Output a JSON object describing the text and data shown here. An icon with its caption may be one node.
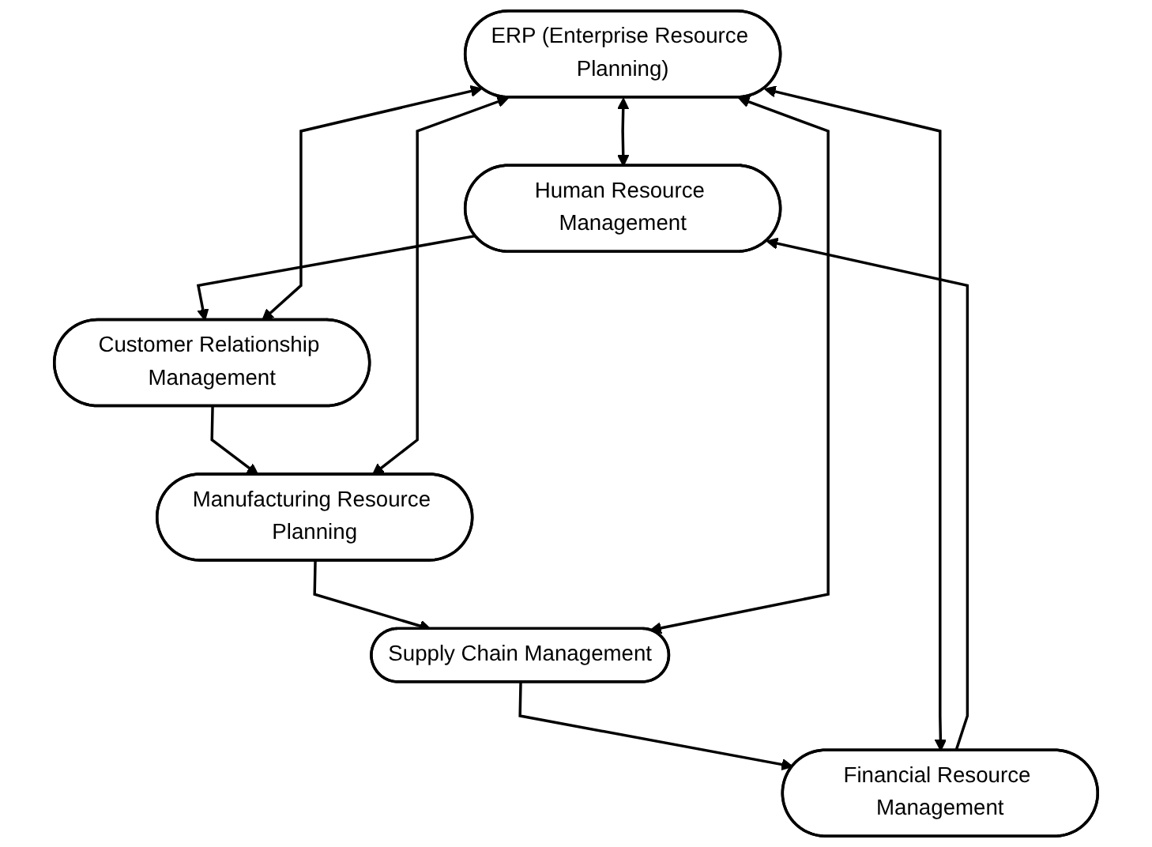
{
  "diagram": {
    "nodes": [
      {
        "text": [
          "Human Resource Management"
        ]
      },
      {
        "text": [
          "Financial Resource Management"
        ]
      },
      {
        "text": [
          "ERP (Enterprise Resource Planning)"
        ]
      },
      {
        "text": [
          "Customer Relationship Management"
        ]
      },
      {
        "text": [
          "Supply Chain Management"
        ]
      },
      {
        "text": [
          "Manufacturing Resource Planning"
        ]
      }
    ],
    "edges": [
      {
        "from": 0,
        "to": 3,
        "arrow": "to"
      },
      {
        "from": 3,
        "to": 5,
        "arrow": "to"
      },
      {
        "from": 5,
        "to": 4,
        "arrow": "to"
      },
      {
        "from": 4,
        "to": 1,
        "arrow": "to"
      },
      {
        "from": 1,
        "to": 0,
        "arrow": "to"
      },
      {
        "from": 2,
        "to": 0,
        "arrow": "both"
      },
      {
        "from": 2,
        "to": 1,
        "arrow": "both"
      },
      {
        "from": 2,
        "to": 3,
        "arrow": "both"
      },
      {
        "from": 2,
        "to": 4,
        "arrow": "both"
      },
      {
        "from": 2,
        "to": 5,
        "arrow": "both"
      }
    ]
  }
}
